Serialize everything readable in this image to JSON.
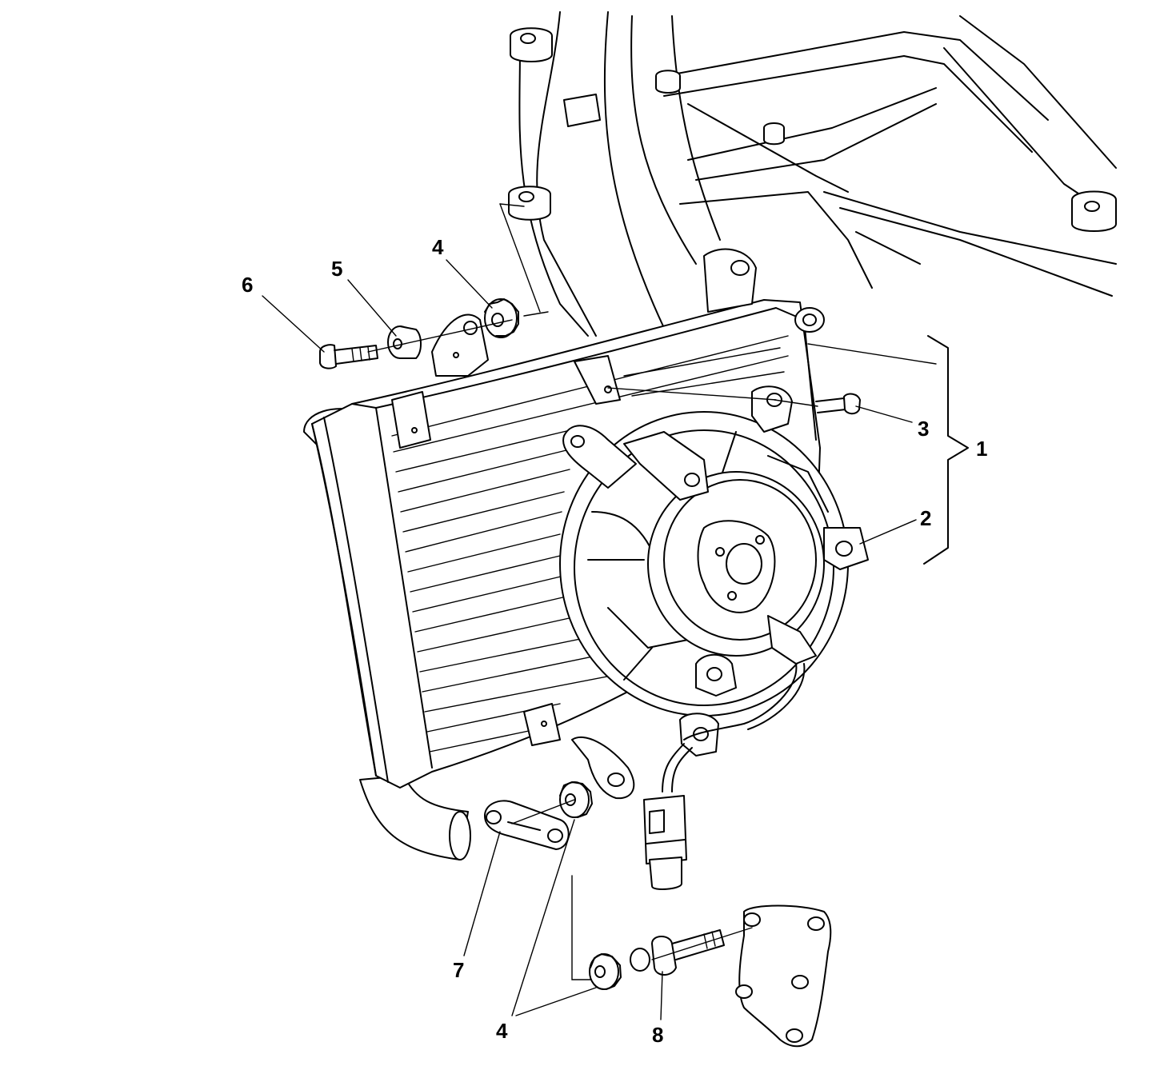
{
  "callouts": {
    "c1": "1",
    "c2": "2",
    "c3": "3",
    "c4_top": "4",
    "c4_bottom": "4",
    "c5": "5",
    "c6": "6",
    "c7": "7",
    "c8": "8"
  },
  "colors": {
    "line": "#000000",
    "background": "#ffffff"
  }
}
